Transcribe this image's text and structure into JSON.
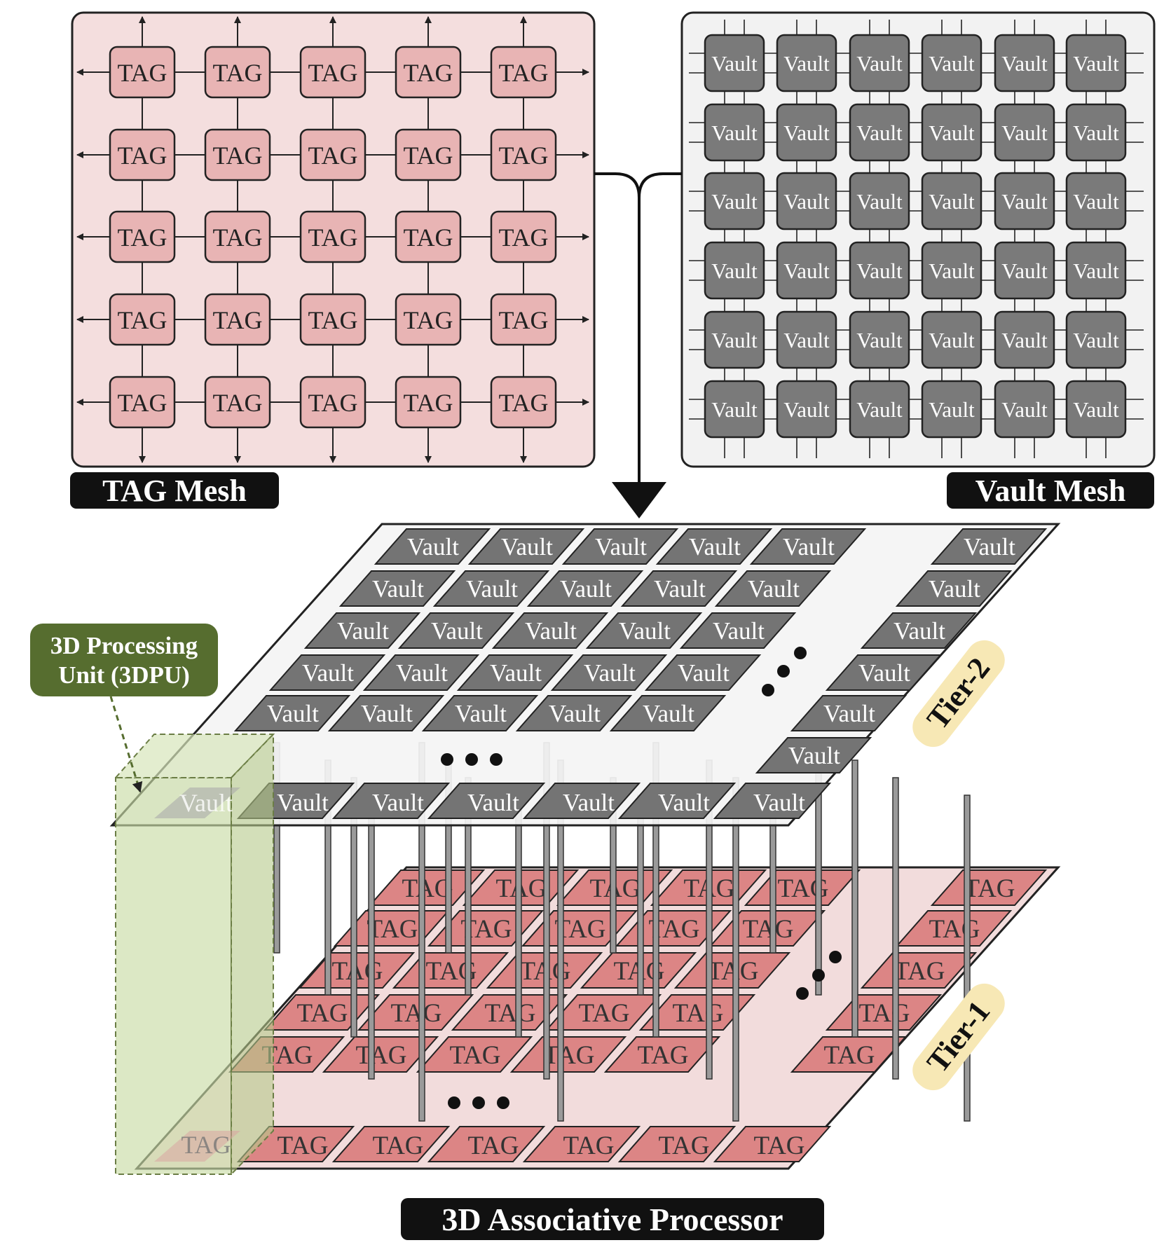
{
  "tag_mesh": {
    "caption": "TAG Mesh",
    "node_label": "TAG",
    "rows": 5,
    "cols": 5,
    "fill": "#e8b4b4",
    "background": "#f4dede"
  },
  "vault_mesh": {
    "caption": "Vault Mesh",
    "node_label": "Vault",
    "rows": 6,
    "cols": 6,
    "fill": "#7a7a7a",
    "background": "#f2f2f2"
  },
  "processor": {
    "caption": "3D Associative Processor",
    "tier2_label": "Tier-2",
    "tier1_label": "Tier-1",
    "vault_label": "Vault",
    "tag_label": "TAG",
    "unit_label_line1": "3D Processing",
    "unit_label_line2": "Unit (3DPU)",
    "vault_fill": "#747474",
    "tag_fill": "#dc8585",
    "unit_color": "#556b2f",
    "tier_badge_color": "#f7e8b5"
  }
}
